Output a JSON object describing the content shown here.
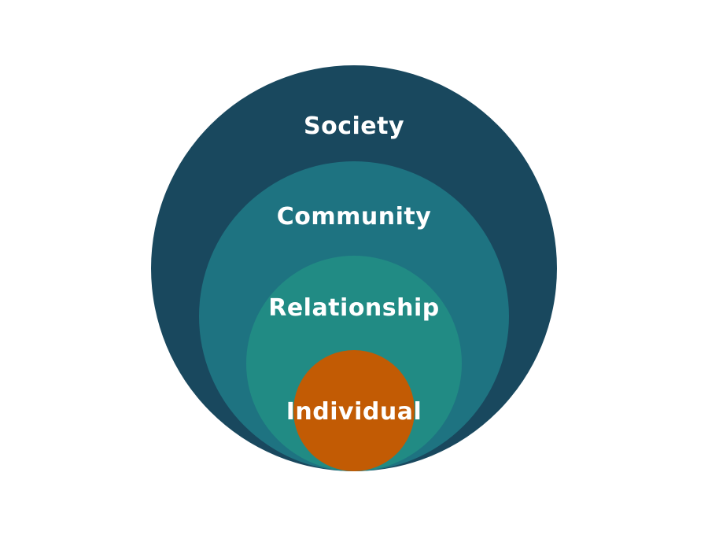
{
  "diagram": {
    "type": "nested-circles",
    "background_color": "#ffffff",
    "label_text_color": "#ffffff",
    "levels": [
      {
        "label": "Society",
        "color": "#19485E"
      },
      {
        "label": "Community",
        "color": "#1E7381"
      },
      {
        "label": "Relationship",
        "color": "#218B84"
      },
      {
        "label": "Individual",
        "color": "#C25B04"
      }
    ]
  }
}
